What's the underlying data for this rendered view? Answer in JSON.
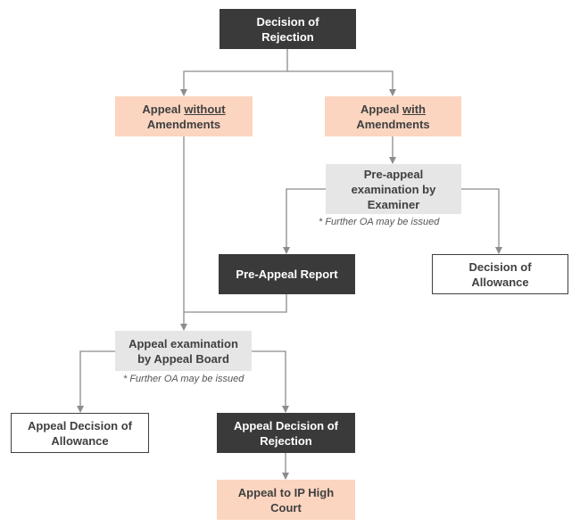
{
  "nodes": {
    "decision_rejection": {
      "line1": "Decision of",
      "line2": "Rejection"
    },
    "appeal_without": {
      "pre": "Appeal ",
      "underlined": "without",
      "line2": "Amendments"
    },
    "appeal_with": {
      "pre": "Appeal ",
      "underlined": "with",
      "line2": "Amendments"
    },
    "preappeal_exam": {
      "line1": "Pre-appeal",
      "line2": "examination by",
      "line3": "Examiner"
    },
    "preappeal_note": "* Further OA may be issued",
    "preappeal_report": "Pre-Appeal Report",
    "decision_allowance": {
      "line1": "Decision of",
      "line2": "Allowance"
    },
    "appeal_exam": {
      "line1": "Appeal examination",
      "line2": "by Appeal Board"
    },
    "appeal_exam_note": "* Further OA may be issued",
    "appeal_decision_allowance": {
      "line1": "Appeal Decision of",
      "line2": "Allowance"
    },
    "appeal_decision_rejection": {
      "line1": "Appeal Decision of",
      "line2": "Rejection"
    },
    "ip_high_court": {
      "line1": "Appeal to IP High",
      "line2": "Court"
    }
  },
  "colors": {
    "dark": "#3a3a3a",
    "peach": "#fbd5c0",
    "grey": "#e6e6e6",
    "line": "#8c8c8c"
  }
}
